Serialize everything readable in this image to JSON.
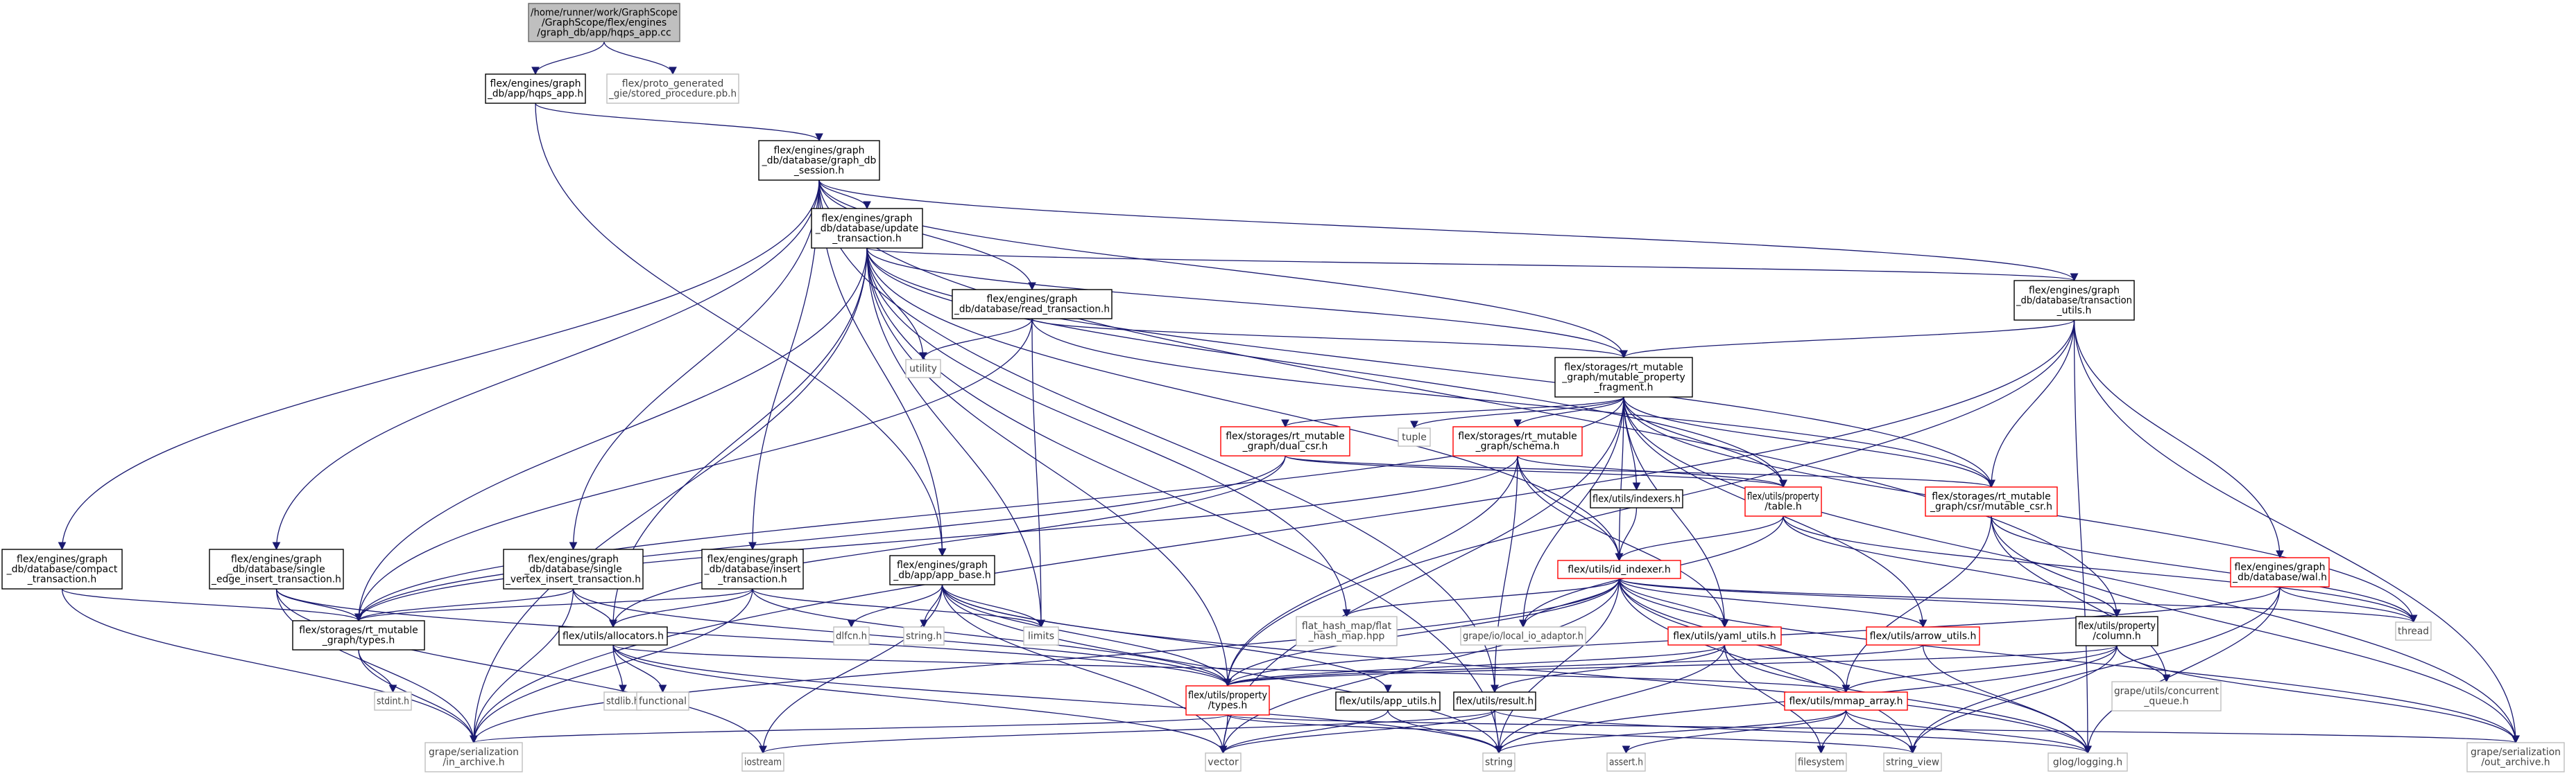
{
  "graph": {
    "edge_color": "#191970",
    "nodes": [
      {
        "id": "hqps_app_cc",
        "style": "root",
        "lines": [
          "/home/runner/work/GraphScope",
          "/GraphScope/flex/engines",
          "/graph_db/app/hqps_app.cc"
        ]
      },
      {
        "id": "hqps_app_h",
        "style": "black",
        "lines": [
          "flex/engines/graph",
          "_db/app/hqps_app.h"
        ]
      },
      {
        "id": "stored_procedure",
        "style": "gray",
        "lines": [
          "flex/proto_generated",
          "_gie/stored_procedure.pb.h"
        ]
      },
      {
        "id": "graph_db_session",
        "style": "black",
        "lines": [
          "flex/engines/graph",
          "_db/database/graph_db",
          "_session.h"
        ]
      },
      {
        "id": "update_transaction",
        "style": "black",
        "lines": [
          "flex/engines/graph",
          "_db/database/update",
          "_transaction.h"
        ]
      },
      {
        "id": "read_transaction",
        "style": "black",
        "lines": [
          "flex/engines/graph",
          "_db/database/read_transaction.h"
        ]
      },
      {
        "id": "transaction_utils",
        "style": "black",
        "lines": [
          "flex/engines/graph",
          "_db/database/transaction",
          "_utils.h"
        ]
      },
      {
        "id": "utility",
        "style": "gray",
        "lines": [
          "utility"
        ]
      },
      {
        "id": "mutable_property_fragment",
        "style": "black",
        "lines": [
          "flex/storages/rt_mutable",
          "_graph/mutable_property",
          "_fragment.h"
        ]
      },
      {
        "id": "dual_csr",
        "style": "red",
        "lines": [
          "flex/storages/rt_mutable",
          "_graph/dual_csr.h"
        ]
      },
      {
        "id": "tuple",
        "style": "gray",
        "lines": [
          "tuple"
        ]
      },
      {
        "id": "schema",
        "style": "red",
        "lines": [
          "flex/storages/rt_mutable",
          "_graph/schema.h"
        ]
      },
      {
        "id": "indexers",
        "style": "black",
        "lines": [
          "flex/utils/indexers.h"
        ]
      },
      {
        "id": "property_table",
        "style": "red",
        "lines": [
          "flex/utils/property",
          "/table.h"
        ]
      },
      {
        "id": "mutable_csr",
        "style": "red",
        "lines": [
          "flex/storages/rt_mutable",
          "_graph/csr/mutable_csr.h"
        ]
      },
      {
        "id": "wal",
        "style": "red",
        "lines": [
          "flex/engines/graph",
          "_db/database/wal.h"
        ]
      },
      {
        "id": "compact_transaction",
        "style": "black",
        "lines": [
          "flex/engines/graph",
          "_db/database/compact",
          "_transaction.h"
        ]
      },
      {
        "id": "single_edge_insert",
        "style": "black",
        "lines": [
          "flex/engines/graph",
          "_db/database/single",
          "_edge_insert_transaction.h"
        ]
      },
      {
        "id": "single_vertex_insert",
        "style": "black",
        "lines": [
          "flex/engines/graph",
          "_db/database/single",
          "_vertex_insert_transaction.h"
        ]
      },
      {
        "id": "insert_transaction",
        "style": "black",
        "lines": [
          "flex/engines/graph",
          "_db/database/insert",
          "_transaction.h"
        ]
      },
      {
        "id": "app_base",
        "style": "black",
        "lines": [
          "flex/engines/graph",
          "_db/app/app_base.h"
        ]
      },
      {
        "id": "id_indexer",
        "style": "red",
        "lines": [
          "flex/utils/id_indexer.h"
        ]
      },
      {
        "id": "property_column",
        "style": "black",
        "lines": [
          "flex/utils/property",
          "/column.h"
        ]
      },
      {
        "id": "thread",
        "style": "gray",
        "lines": [
          "thread"
        ]
      },
      {
        "id": "rt_types",
        "style": "black",
        "lines": [
          "flex/storages/rt_mutable",
          "_graph/types.h"
        ]
      },
      {
        "id": "allocators",
        "style": "black",
        "lines": [
          "flex/utils/allocators.h"
        ]
      },
      {
        "id": "dlfcn",
        "style": "gray",
        "lines": [
          "dlfcn.h"
        ]
      },
      {
        "id": "string_h",
        "style": "gray",
        "lines": [
          "string.h"
        ]
      },
      {
        "id": "limits",
        "style": "gray",
        "lines": [
          "limits"
        ]
      },
      {
        "id": "flat_hash_map",
        "style": "gray",
        "lines": [
          "flat_hash_map/flat",
          "_hash_map.hpp"
        ]
      },
      {
        "id": "local_io_adaptor",
        "style": "gray",
        "lines": [
          "grape/io/local_io_adaptor.h"
        ]
      },
      {
        "id": "yaml_utils",
        "style": "red",
        "lines": [
          "flex/utils/yaml_utils.h"
        ]
      },
      {
        "id": "arrow_utils",
        "style": "red",
        "lines": [
          "flex/utils/arrow_utils.h"
        ]
      },
      {
        "id": "concurrent_queue",
        "style": "gray",
        "lines": [
          "grape/utils/concurrent",
          "_queue.h"
        ]
      },
      {
        "id": "stdint",
        "style": "gray",
        "lines": [
          "stdint.h"
        ]
      },
      {
        "id": "stdlib",
        "style": "gray",
        "lines": [
          "stdlib.h"
        ]
      },
      {
        "id": "functional",
        "style": "gray",
        "lines": [
          "functional"
        ]
      },
      {
        "id": "property_types",
        "style": "red",
        "lines": [
          "flex/utils/property",
          "/types.h"
        ]
      },
      {
        "id": "app_utils",
        "style": "black",
        "lines": [
          "flex/utils/app_utils.h"
        ]
      },
      {
        "id": "result",
        "style": "black",
        "lines": [
          "flex/utils/result.h"
        ]
      },
      {
        "id": "mmap_array",
        "style": "red",
        "lines": [
          "flex/utils/mmap_array.h"
        ]
      },
      {
        "id": "in_archive",
        "style": "gray",
        "lines": [
          "grape/serialization",
          "/in_archive.h"
        ]
      },
      {
        "id": "iostream",
        "style": "gray",
        "lines": [
          "iostream"
        ]
      },
      {
        "id": "vector",
        "style": "gray",
        "lines": [
          "vector"
        ]
      },
      {
        "id": "string",
        "style": "gray",
        "lines": [
          "string"
        ]
      },
      {
        "id": "assert",
        "style": "gray",
        "lines": [
          "assert.h"
        ]
      },
      {
        "id": "filesystem",
        "style": "gray",
        "lines": [
          "filesystem"
        ]
      },
      {
        "id": "string_view",
        "style": "gray",
        "lines": [
          "string_view"
        ]
      },
      {
        "id": "glog",
        "style": "gray",
        "lines": [
          "glog/logging.h"
        ]
      },
      {
        "id": "out_archive",
        "style": "gray",
        "lines": [
          "grape/serialization",
          "/out_archive.h"
        ]
      }
    ],
    "edges": [
      [
        "hqps_app_cc",
        "hqps_app_h"
      ],
      [
        "hqps_app_cc",
        "stored_procedure"
      ],
      [
        "hqps_app_h",
        "graph_db_session"
      ],
      [
        "hqps_app_h",
        "app_base"
      ],
      [
        "graph_db_session",
        "update_transaction"
      ],
      [
        "graph_db_session",
        "read_transaction"
      ],
      [
        "graph_db_session",
        "transaction_utils"
      ],
      [
        "graph_db_session",
        "mutable_property_fragment"
      ],
      [
        "graph_db_session",
        "compact_transaction"
      ],
      [
        "graph_db_session",
        "single_edge_insert"
      ],
      [
        "graph_db_session",
        "single_vertex_insert"
      ],
      [
        "graph_db_session",
        "insert_transaction"
      ],
      [
        "graph_db_session",
        "app_base"
      ],
      [
        "graph_db_session",
        "property_column"
      ],
      [
        "graph_db_session",
        "result"
      ],
      [
        "update_transaction",
        "transaction_utils"
      ],
      [
        "update_transaction",
        "mutable_property_fragment"
      ],
      [
        "update_transaction",
        "utility"
      ],
      [
        "update_transaction",
        "property_table"
      ],
      [
        "update_transaction",
        "mutable_csr"
      ],
      [
        "update_transaction",
        "id_indexer"
      ],
      [
        "update_transaction",
        "rt_types"
      ],
      [
        "update_transaction",
        "allocators"
      ],
      [
        "update_transaction",
        "limits"
      ],
      [
        "update_transaction",
        "flat_hash_map"
      ],
      [
        "update_transaction",
        "property_types"
      ],
      [
        "update_transaction",
        "in_archive"
      ],
      [
        "update_transaction",
        "string"
      ],
      [
        "read_transaction",
        "mutable_property_fragment"
      ],
      [
        "read_transaction",
        "utility"
      ],
      [
        "read_transaction",
        "limits"
      ],
      [
        "read_transaction",
        "rt_types"
      ],
      [
        "read_transaction",
        "mutable_csr"
      ],
      [
        "transaction_utils",
        "mutable_property_fragment"
      ],
      [
        "transaction_utils",
        "wal"
      ],
      [
        "transaction_utils",
        "property_types"
      ],
      [
        "transaction_utils",
        "in_archive"
      ],
      [
        "transaction_utils",
        "out_archive"
      ],
      [
        "transaction_utils",
        "glog"
      ],
      [
        "transaction_utils",
        "mutable_csr"
      ],
      [
        "mutable_property_fragment",
        "dual_csr"
      ],
      [
        "mutable_property_fragment",
        "tuple"
      ],
      [
        "mutable_property_fragment",
        "schema"
      ],
      [
        "mutable_property_fragment",
        "indexers"
      ],
      [
        "mutable_property_fragment",
        "property_table"
      ],
      [
        "mutable_property_fragment",
        "mutable_csr"
      ],
      [
        "mutable_property_fragment",
        "id_indexer"
      ],
      [
        "mutable_property_fragment",
        "yaml_utils"
      ],
      [
        "mutable_property_fragment",
        "arrow_utils"
      ],
      [
        "mutable_property_fragment",
        "local_io_adaptor"
      ],
      [
        "mutable_property_fragment",
        "rt_types"
      ],
      [
        "mutable_property_fragment",
        "vector"
      ],
      [
        "mutable_property_fragment",
        "out_archive"
      ],
      [
        "mutable_property_fragment",
        "thread"
      ],
      [
        "dual_csr",
        "mutable_csr"
      ],
      [
        "dual_csr",
        "property_table"
      ],
      [
        "dual_csr",
        "rt_types"
      ],
      [
        "dual_csr",
        "allocators"
      ],
      [
        "schema",
        "id_indexer"
      ],
      [
        "schema",
        "property_table"
      ],
      [
        "schema",
        "property_types"
      ],
      [
        "schema",
        "rt_types"
      ],
      [
        "schema",
        "yaml_utils"
      ],
      [
        "schema",
        "result"
      ],
      [
        "indexers",
        "id_indexer"
      ],
      [
        "property_table",
        "id_indexer"
      ],
      [
        "property_table",
        "property_column"
      ],
      [
        "property_table",
        "local_io_adaptor"
      ],
      [
        "property_table",
        "thread"
      ],
      [
        "mutable_csr",
        "thread"
      ],
      [
        "mutable_csr",
        "concurrent_queue"
      ],
      [
        "mutable_csr",
        "mmap_array"
      ],
      [
        "mutable_csr",
        "out_archive"
      ],
      [
        "wal",
        "thread"
      ],
      [
        "wal",
        "glog"
      ],
      [
        "wal",
        "string_view"
      ],
      [
        "wal",
        "property_types"
      ],
      [
        "compact_transaction",
        "rt_types"
      ],
      [
        "compact_transaction",
        "in_archive"
      ],
      [
        "single_edge_insert",
        "rt_types"
      ],
      [
        "single_edge_insert",
        "property_types"
      ],
      [
        "single_edge_insert",
        "in_archive"
      ],
      [
        "single_edge_insert",
        "iostream"
      ],
      [
        "single_vertex_insert",
        "rt_types"
      ],
      [
        "single_vertex_insert",
        "allocators"
      ],
      [
        "single_vertex_insert",
        "property_types"
      ],
      [
        "single_vertex_insert",
        "in_archive"
      ],
      [
        "insert_transaction",
        "allocators"
      ],
      [
        "insert_transaction",
        "rt_types"
      ],
      [
        "insert_transaction",
        "property_types"
      ],
      [
        "insert_transaction",
        "in_archive"
      ],
      [
        "insert_transaction",
        "limits"
      ],
      [
        "app_base",
        "dlfcn"
      ],
      [
        "app_base",
        "string_h"
      ],
      [
        "app_base",
        "limits"
      ],
      [
        "app_base",
        "app_utils"
      ],
      [
        "app_base",
        "iostream"
      ],
      [
        "app_base",
        "vector"
      ],
      [
        "app_base",
        "string"
      ],
      [
        "app_base",
        "glog"
      ],
      [
        "app_base",
        "property_types"
      ],
      [
        "id_indexer",
        "flat_hash_map"
      ],
      [
        "id_indexer",
        "local_io_adaptor"
      ],
      [
        "id_indexer",
        "yaml_utils"
      ],
      [
        "id_indexer",
        "arrow_utils"
      ],
      [
        "id_indexer",
        "property_column"
      ],
      [
        "id_indexer",
        "mmap_array"
      ],
      [
        "id_indexer",
        "property_types"
      ],
      [
        "id_indexer",
        "vector"
      ],
      [
        "id_indexer",
        "string"
      ],
      [
        "id_indexer",
        "string_view"
      ],
      [
        "id_indexer",
        "glog"
      ],
      [
        "id_indexer",
        "thread"
      ],
      [
        "id_indexer",
        "out_archive"
      ],
      [
        "id_indexer",
        "in_archive"
      ],
      [
        "property_column",
        "concurrent_queue"
      ],
      [
        "property_column",
        "mmap_array"
      ],
      [
        "property_column",
        "property_types"
      ],
      [
        "property_column",
        "string_view"
      ],
      [
        "property_column",
        "out_archive"
      ],
      [
        "property_column",
        "string"
      ],
      [
        "rt_types",
        "stdint"
      ],
      [
        "rt_types",
        "in_archive"
      ],
      [
        "allocators",
        "stdlib"
      ],
      [
        "allocators",
        "functional"
      ],
      [
        "allocators",
        "mmap_array"
      ],
      [
        "allocators",
        "vector"
      ],
      [
        "allocators",
        "string"
      ],
      [
        "yaml_utils",
        "property_types"
      ],
      [
        "yaml_utils",
        "result"
      ],
      [
        "yaml_utils",
        "filesystem"
      ],
      [
        "yaml_utils",
        "string"
      ],
      [
        "yaml_utils",
        "glog"
      ],
      [
        "arrow_utils",
        "property_types"
      ],
      [
        "arrow_utils",
        "glog"
      ],
      [
        "property_types",
        "in_archive"
      ],
      [
        "property_types",
        "out_archive"
      ],
      [
        "property_types",
        "vector"
      ],
      [
        "property_types",
        "string_view"
      ],
      [
        "app_utils",
        "vector"
      ],
      [
        "app_utils",
        "string"
      ],
      [
        "result",
        "iostream"
      ],
      [
        "result",
        "vector"
      ],
      [
        "result",
        "string"
      ],
      [
        "result",
        "glog"
      ],
      [
        "mmap_array",
        "assert"
      ],
      [
        "mmap_array",
        "filesystem"
      ],
      [
        "mmap_array",
        "string"
      ],
      [
        "mmap_array",
        "string_view"
      ],
      [
        "mmap_array",
        "glog"
      ]
    ]
  }
}
